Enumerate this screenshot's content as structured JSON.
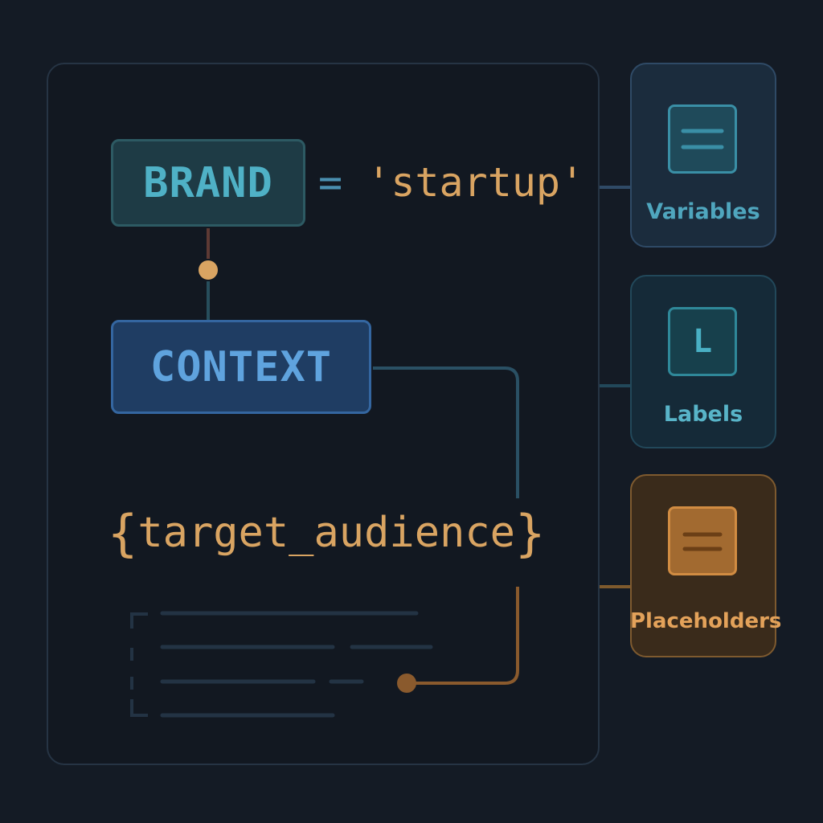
{
  "tokens": {
    "brand": "BRAND",
    "assign_operator": "=",
    "assign_value": "'startup'",
    "context": "CONTEXT",
    "placeholder_open": "{",
    "placeholder_name": "target_audience",
    "placeholder_close": "}"
  },
  "legend": [
    {
      "label": "Variables",
      "icon": "lines-icon",
      "color": "#4fa6be"
    },
    {
      "label": "Labels",
      "icon": "label-l-icon",
      "glyph": "L",
      "color": "#58b4c8"
    },
    {
      "label": "Placeholders",
      "icon": "lines-icon",
      "color": "#e3a25a"
    }
  ],
  "colors": {
    "background": "#141b25",
    "brand_accent": "#4fb1c6",
    "context_accent": "#5fa3de",
    "value_accent": "#d9a462"
  }
}
